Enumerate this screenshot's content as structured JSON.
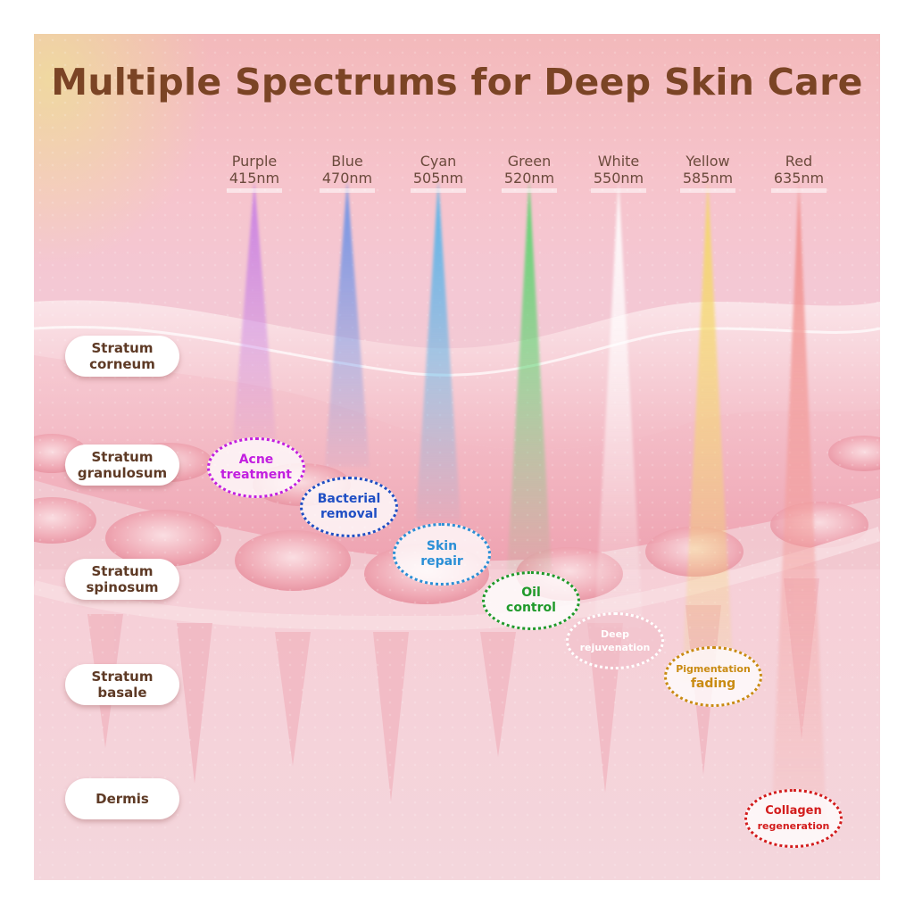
{
  "title": "Multiple Spectrums for Deep Skin Care",
  "spectrums": [
    {
      "name": "Purple",
      "wavelength": "415nm",
      "color": "#c47ae6"
    },
    {
      "name": "Blue",
      "wavelength": "470nm",
      "color": "#5f8de8"
    },
    {
      "name": "Cyan",
      "wavelength": "505nm",
      "color": "#4fb3ea"
    },
    {
      "name": "Green",
      "wavelength": "520nm",
      "color": "#55d46a"
    },
    {
      "name": "White",
      "wavelength": "550nm",
      "color": "#fff6f0"
    },
    {
      "name": "Yellow",
      "wavelength": "585nm",
      "color": "#f4d86a"
    },
    {
      "name": "Red",
      "wavelength": "635nm",
      "color": "#f29b95"
    }
  ],
  "layers": [
    {
      "line1": "Stratum",
      "line2": "corneum"
    },
    {
      "line1": "Stratum",
      "line2": "granulosum"
    },
    {
      "line1": "Stratum",
      "line2": "spinosum"
    },
    {
      "line1": "Stratum",
      "line2": "basale"
    },
    {
      "line1": "Dermis",
      "line2": ""
    }
  ],
  "benefits": [
    {
      "line1": "Acne",
      "line2": "treatment",
      "color": "#c21fe0"
    },
    {
      "line1": "Bacterial",
      "line2": "removal",
      "color": "#1f4fc4"
    },
    {
      "line1": "Skin",
      "line2": "repair",
      "color": "#2a8fd6"
    },
    {
      "line1": "Oil",
      "line2": "control",
      "color": "#1f9a2a"
    },
    {
      "line1": "Deep",
      "line2": "rejuvenation",
      "color": "#ffffff"
    },
    {
      "line1": "Pigmentation",
      "line2": "fading",
      "color": "#c98b12"
    },
    {
      "line1": "Collagen",
      "line2": "regeneration",
      "color": "#d31c1c"
    }
  ]
}
